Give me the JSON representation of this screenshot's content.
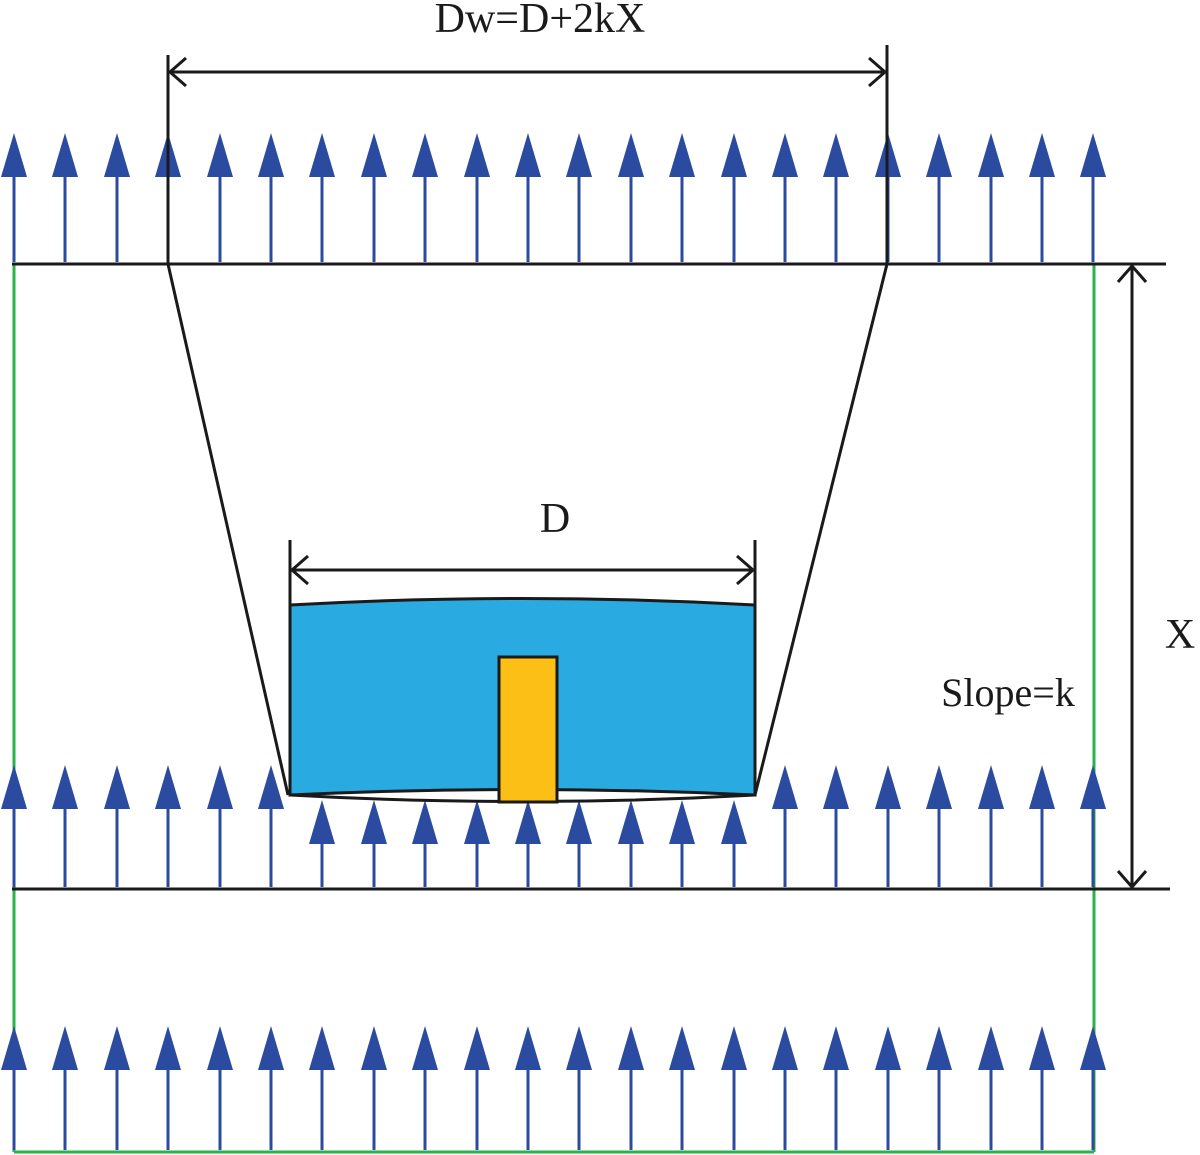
{
  "labels": {
    "wake_width": "Dw=D+2kX",
    "rotor_diameter": "D",
    "distance": "X",
    "slope": "Slope=k"
  },
  "colors": {
    "wind_arrow": "#2b4ba0",
    "boundary": "#2ab34a",
    "rotor_fill": "#29abe2",
    "hub_fill": "#fbbf15",
    "outline": "#1a1a1a"
  },
  "icons": {
    "wind_arrow": "up-arrow-icon",
    "dimension_arrow": "double-headed-arrow-icon"
  }
}
